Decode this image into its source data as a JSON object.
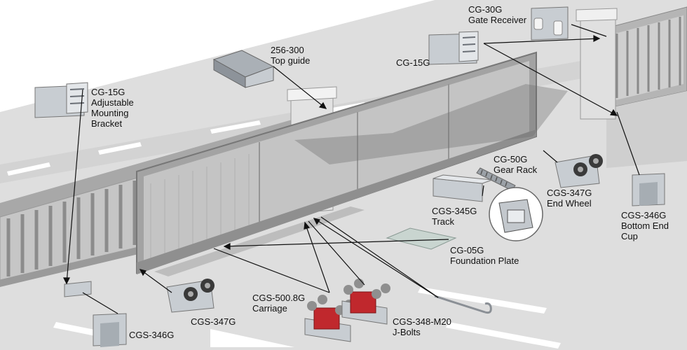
{
  "labels": {
    "cg15_left": [
      "CG-15G",
      "Adjustable",
      "Mounting",
      "Bracket"
    ],
    "top_guide": [
      "256-300",
      "Top guide"
    ],
    "cg15_right": [
      "CG-15G"
    ],
    "cg30": [
      "CG-30G",
      "Gate Receiver"
    ],
    "cg50": [
      "CG-50G",
      "Gear Rack"
    ],
    "cgs345": [
      "CGS-345G",
      "Track"
    ],
    "cgs347_right": [
      "CGS-347G",
      "End Wheel"
    ],
    "cgs346_right": [
      "CGS-346G",
      "Bottom End",
      "Cup"
    ],
    "cg05": [
      "CG-05G",
      "Foundation Plate"
    ],
    "cgs500": [
      "CGS-500.8G",
      "Carriage"
    ],
    "cgs348": [
      "CGS-348-M20",
      "J-Bolts"
    ],
    "cgs347_left": [
      "CGS-347G"
    ],
    "cgs346_left": [
      "CGS-346G"
    ]
  },
  "colors": {
    "road": "#dcdcdc",
    "lane_mark": "#ffffff",
    "gate_frame": "#9a9a9a",
    "fence": "#b9b9b9",
    "part_metal": "#c8cdd2",
    "carriage_red": "#c0282d",
    "leader_line": "#111111"
  }
}
